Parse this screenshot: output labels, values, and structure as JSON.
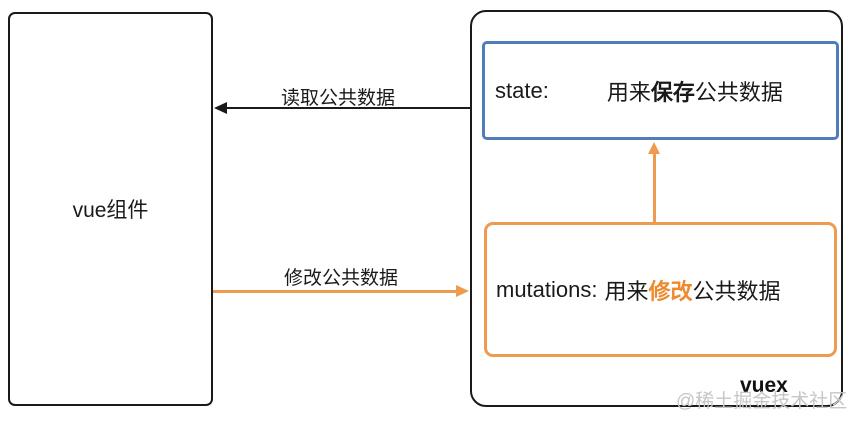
{
  "diagram": {
    "title_context": "vuex data flow diagram",
    "vue_component": {
      "label": "vue组件"
    },
    "vuex_container": {
      "label": "vuex"
    },
    "state_node": {
      "prefix": "state:",
      "text_pre": "用来",
      "text_bold": "保存",
      "text_post": "公共数据",
      "border_color": "#4f7dba"
    },
    "mutations_node": {
      "prefix": "mutations:",
      "text_pre": "用来",
      "text_bold": "修改",
      "text_post": "公共数据",
      "border_color": "#ee9a4f",
      "bold_text_color": "#ed8a2e"
    },
    "arrows": {
      "read": {
        "label": "读取公共数据",
        "color": "#1a1a1a",
        "direction": "right-to-left",
        "from": "vuex state",
        "to": "vue组件"
      },
      "modify": {
        "label": "修改公共数据",
        "color": "#ee9a4f",
        "direction": "left-to-right",
        "from": "vue组件",
        "to": "vuex mutations"
      },
      "commit": {
        "label": "",
        "color": "#ee9a4f",
        "direction": "bottom-to-top",
        "from": "mutations",
        "to": "state"
      }
    },
    "watermark": "@稀土掘金技术社区"
  }
}
